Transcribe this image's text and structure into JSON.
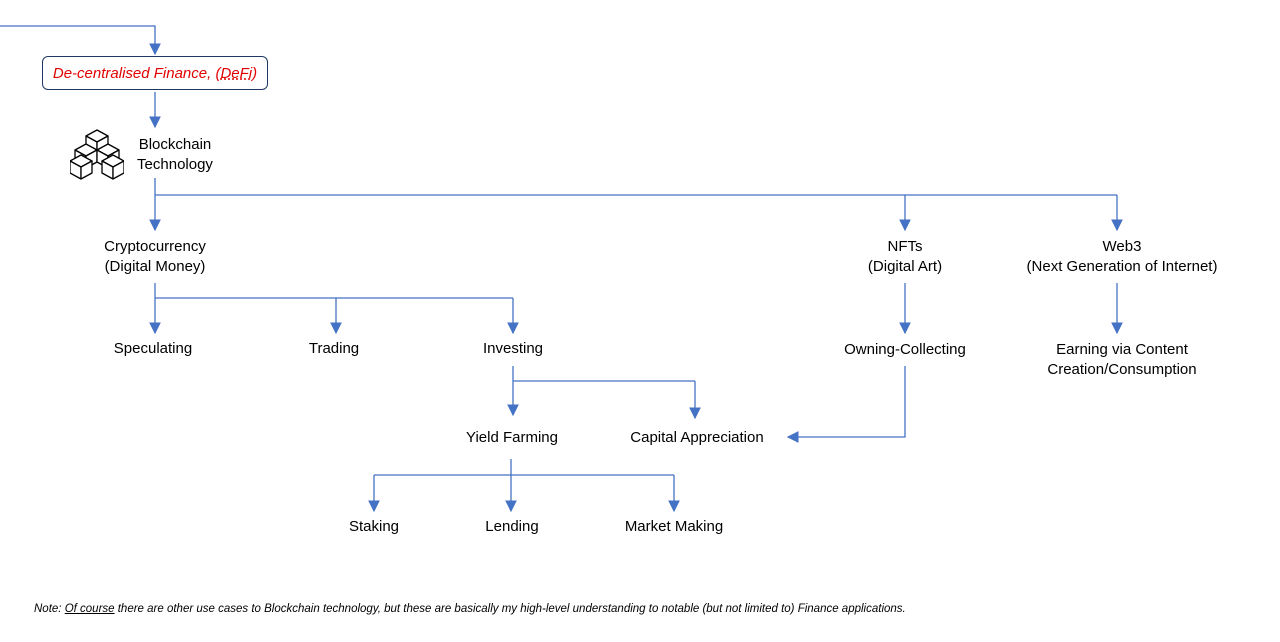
{
  "colors": {
    "connector": "#4472c4",
    "defi_text": "#e00000",
    "defi_border": "#1f3864"
  },
  "defi": {
    "prefix": "De-centralised Finance, (",
    "abbr": "DeFi",
    "suffix": ")"
  },
  "blockchain": {
    "icon": "blockchain-cubes-icon",
    "line1": "Blockchain",
    "line2": "Technology"
  },
  "cryptocurrency": {
    "line1": "Cryptocurrency",
    "line2": "(Digital Money)"
  },
  "nfts": {
    "line1": "NFTs",
    "line2": "(Digital Art)"
  },
  "web3": {
    "line1": "Web3",
    "line2": "(Next Generation of Internet)"
  },
  "speculating": "Speculating",
  "trading": "Trading",
  "investing": "Investing",
  "owning_collecting": "Owning-Collecting",
  "earning": {
    "line1": "Earning via Content",
    "line2": "Creation/Consumption"
  },
  "yield_farming": "Yield Farming",
  "capital_appreciation": "Capital Appreciation",
  "staking": "Staking",
  "lending": "Lending",
  "market_making": "Market Making",
  "note": {
    "prefix": "Note: ",
    "link": "Of course",
    "rest": " there are other use cases to Blockchain technology, but these are basically my high-level understanding to notable (but not limited to) Finance applications."
  }
}
